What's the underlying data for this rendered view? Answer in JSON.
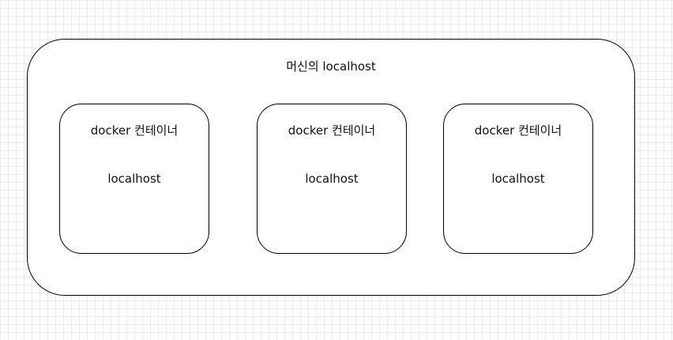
{
  "machine": {
    "label": "머신의 localhost",
    "containers": [
      {
        "title": "docker 컨테이너",
        "label": "localhost"
      },
      {
        "title": "docker 컨테이너",
        "label": "localhost"
      },
      {
        "title": "docker 컨테이너",
        "label": "localhost"
      }
    ]
  }
}
